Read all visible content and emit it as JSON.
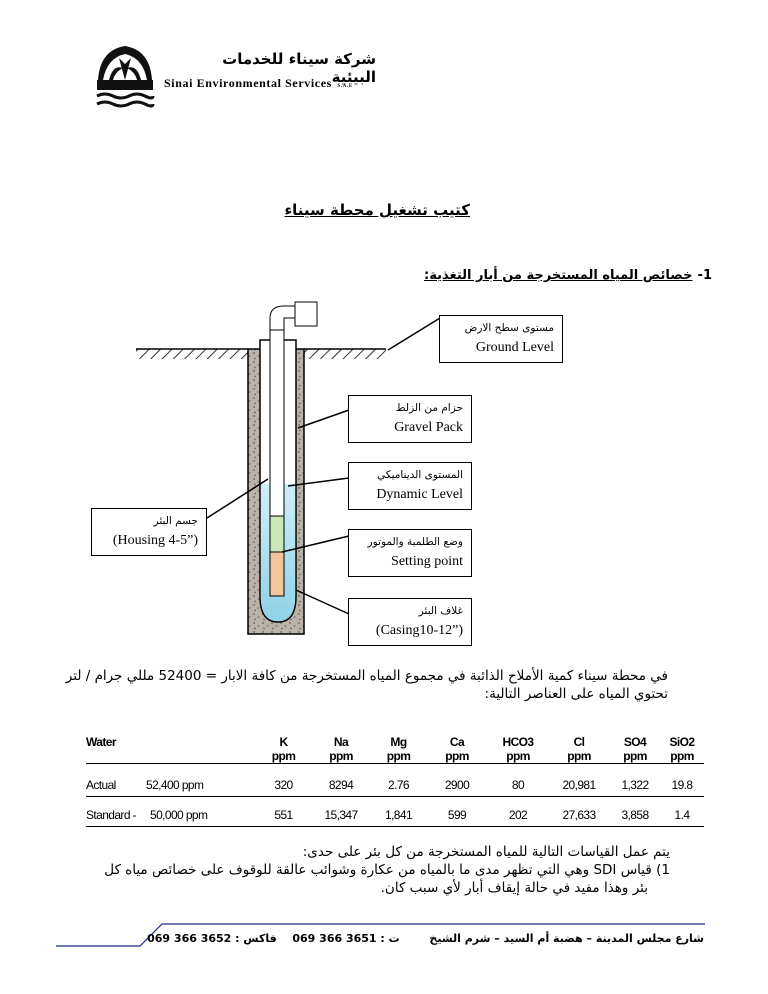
{
  "header": {
    "company_ar": "شركة سيناء للخدمات البيئية",
    "company_en": "Sinai Environmental Services",
    "company_suffix": "S.A.E"
  },
  "title": "كتيب تشغيل محطة سيناء",
  "section": {
    "number": "1-",
    "label": "خصائص المياه المستخرجة من أبار التغذية:"
  },
  "diagram": {
    "ground_level": {
      "ar": "مستوى سطح الارض",
      "en": "Ground Level"
    },
    "gravel_pack": {
      "ar": "حزام من الزلط",
      "en": "Gravel Pack"
    },
    "dynamic_level": {
      "ar": "المستوى الديناميكي",
      "en": "Dynamic Level"
    },
    "setting_point": {
      "ar": "وضع الطلمبة والموتور",
      "en": "Setting point"
    },
    "casing": {
      "ar": "غلاف البئر",
      "en": "(Casing10-12”)"
    },
    "housing": {
      "ar": "جسم البئر",
      "en": "(Housing 4-5”)"
    }
  },
  "paragraph": {
    "line1": "في محطة سيناء كمية الأملاح الذائبة في مجموع المياه المستخرجة من كافة الابار = 52400 مللي جرام / لتر",
    "line2": "تحتوي المياه على العناصر التالية:"
  },
  "water_table": {
    "header_first": "Water",
    "elements": [
      "K",
      "Na",
      "Mg",
      "Ca",
      "HCO3",
      "Cl",
      "SO4",
      "SiO2"
    ],
    "unit": "ppm",
    "rows": [
      {
        "label": "Actual",
        "tds": "52,400 ppm",
        "values": [
          "320",
          "8294",
          "2.76",
          "2900",
          "80",
          "20,981",
          "1,322",
          "19.8"
        ]
      },
      {
        "label": "Standard -",
        "tds": "50,000 ppm",
        "values": [
          "551",
          "15,347",
          "1,841",
          "599",
          "202",
          "27,633",
          "3,858",
          "1.4"
        ]
      }
    ]
  },
  "measurements": {
    "intro": "يتم عمل القياسات التالية للمياه المستخرجة من كل بئر على حدى:",
    "item1_num": "1)",
    "item1_line1": "قياس SDI وهي التي تظهر مدى ما بالمياه من عكارة وشوائب عالقة للوقوف على خصائص مياه كل",
    "item1_line2": "بئر وهذا مفيد في حالة إيقاف أبار لأي سبب كان."
  },
  "footer": {
    "address": "شارع مجلس المدينة – هضبة أم السيد – شرم الشيخ",
    "phone_label": "ت :",
    "phone": "069 366 3651",
    "fax_label": "فاكس :",
    "fax": "069 366 3652"
  }
}
